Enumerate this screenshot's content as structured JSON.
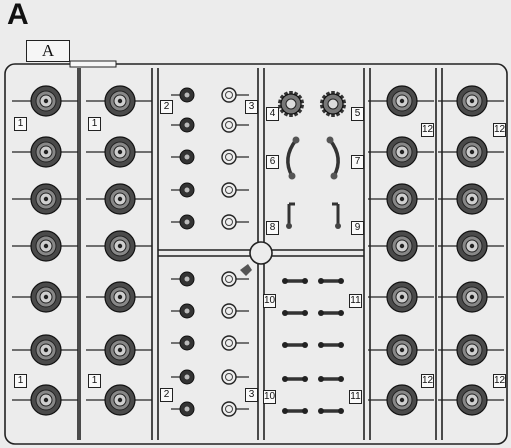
{
  "header": {
    "letter": "A",
    "tag": "A"
  },
  "labels": [
    {
      "id": "l1a",
      "text": "1"
    },
    {
      "id": "l1b",
      "text": "1"
    },
    {
      "id": "l1c",
      "text": "1"
    },
    {
      "id": "l1d",
      "text": "1"
    },
    {
      "id": "l2a",
      "text": "2"
    },
    {
      "id": "l2b",
      "text": "2"
    },
    {
      "id": "l3a",
      "text": "3"
    },
    {
      "id": "l3b",
      "text": "3"
    },
    {
      "id": "l4",
      "text": "4"
    },
    {
      "id": "l5",
      "text": "5"
    },
    {
      "id": "l6",
      "text": "6"
    },
    {
      "id": "l7",
      "text": "7"
    },
    {
      "id": "l8",
      "text": "8"
    },
    {
      "id": "l9",
      "text": "9"
    },
    {
      "id": "l10a",
      "text": "10"
    },
    {
      "id": "l10b",
      "text": "10"
    },
    {
      "id": "l11a",
      "text": "11"
    },
    {
      "id": "l11b",
      "text": "11"
    },
    {
      "id": "l12a",
      "text": "12"
    },
    {
      "id": "l12b",
      "text": "12"
    },
    {
      "id": "l12c",
      "text": "12"
    },
    {
      "id": "l12d",
      "text": "12"
    }
  ],
  "colors": {
    "frame": "#222222",
    "part": "#3a3a3a",
    "background": "#ececec"
  }
}
